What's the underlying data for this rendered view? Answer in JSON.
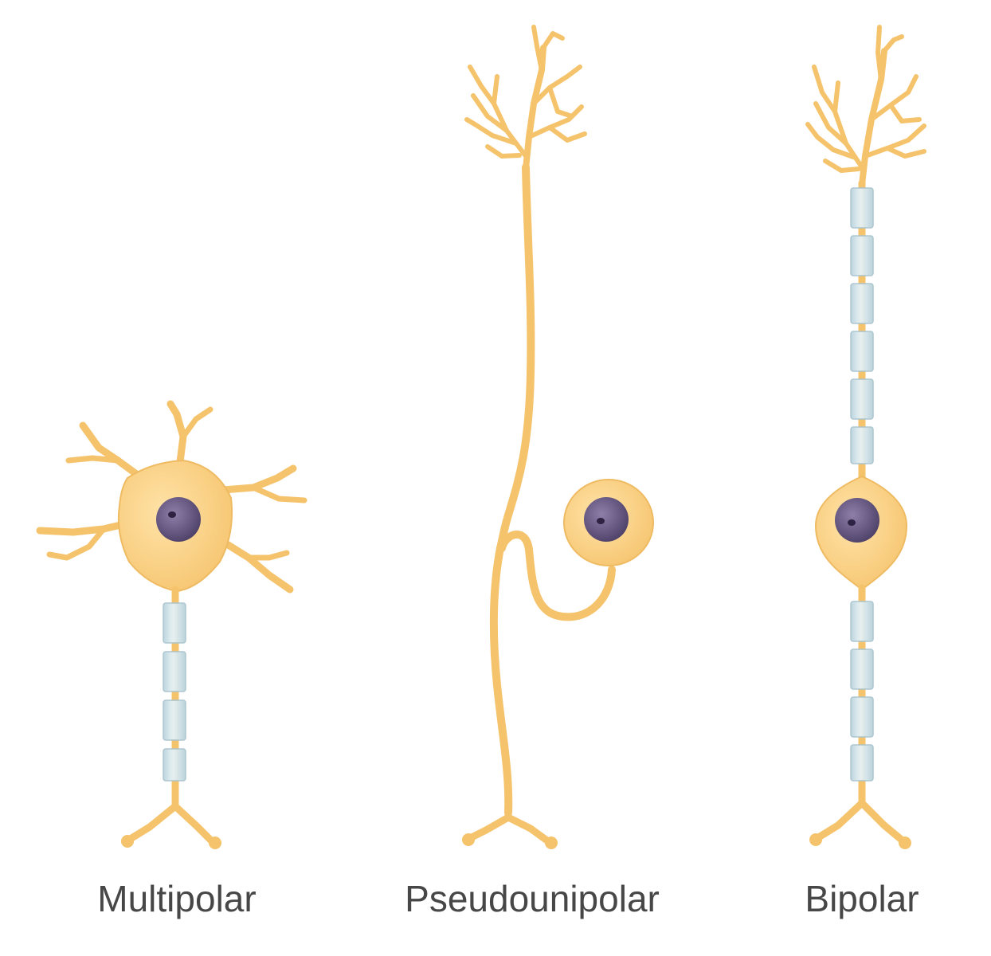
{
  "labels": {
    "multipolar": "Multipolar",
    "pseudounipolar": "Pseudounipolar",
    "bipolar": "Bipolar"
  },
  "colors": {
    "cell_fill": "#f8d083",
    "cell_stroke": "#e7b457",
    "nucleus": "#6a5a86",
    "nucleolus": "#2e2243",
    "myelin": "#cfe3ea",
    "label_text": "#474747"
  }
}
